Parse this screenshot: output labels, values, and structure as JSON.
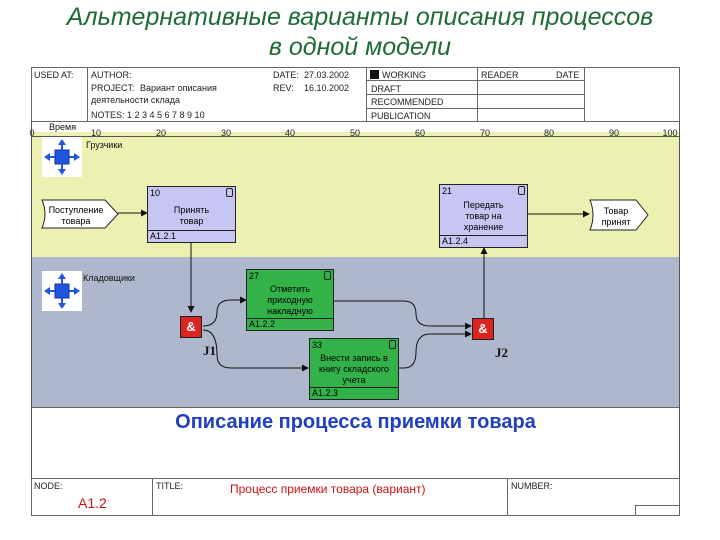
{
  "page_title_line1": "Альтернативные варианты описания процессов",
  "page_title_line2": "в одной модели",
  "header": {
    "used_at": "USED AT:",
    "author": "AUTHOR:",
    "project_label": "PROJECT:",
    "project_value_line1": "Вариант описания",
    "project_value_line2": "деятельности склада",
    "notes": "NOTES:  1  2  3  4  5  6  7  8  9  10",
    "date_label": "DATE:",
    "date_value": "27.03.2002",
    "rev_label": "REV:",
    "rev_value": "16.10.2002",
    "status": [
      "WORKING",
      "DRAFT",
      "RECOMMENDED",
      "PUBLICATION"
    ],
    "reader": "READER",
    "reader_date": "DATE"
  },
  "ruler": {
    "label": "Время",
    "ticks": [
      "0",
      "10",
      "20",
      "30",
      "40",
      "50",
      "60",
      "70",
      "80",
      "90",
      "100"
    ]
  },
  "lanes": [
    {
      "name": "Грузчики",
      "color": "#ecf0b0"
    },
    {
      "name": "Кладовщики",
      "color": "#aeb8cc"
    }
  ],
  "externals": {
    "input_line1": "Поступление",
    "input_line2": "товара",
    "output_line1": "Товар",
    "output_line2": "принят"
  },
  "units": [
    {
      "num": "10",
      "label": [
        "Принять",
        "товар"
      ],
      "code": "A1.2.1",
      "color": "#c7c5f2"
    },
    {
      "num": "21",
      "label": [
        "Передать",
        "товар на",
        "хранение"
      ],
      "code": "A1.2.4",
      "color": "#c7c5f2"
    },
    {
      "num": "27",
      "label": [
        "Отметить",
        "приходную",
        "накладную"
      ],
      "code": "A1.2.2",
      "color": "#33b24a"
    },
    {
      "num": "33",
      "label": [
        "Внести запись в",
        "книгу складского",
        "учета"
      ],
      "code": "A1.2.3",
      "color": "#33b24a"
    }
  ],
  "junctions": [
    {
      "symbol": "&",
      "label": "J1",
      "color": "#dd2222"
    },
    {
      "symbol": "&",
      "label": "J2",
      "color": "#dd2222"
    }
  ],
  "diagram_caption": "Описание процесса приемки товара",
  "footer": {
    "node_label": "NODE:",
    "node_value": "A1.2",
    "title_label": "TITLE:",
    "title_value": "Процесс приемки товара (вариант)",
    "number_label": "NUMBER:"
  }
}
